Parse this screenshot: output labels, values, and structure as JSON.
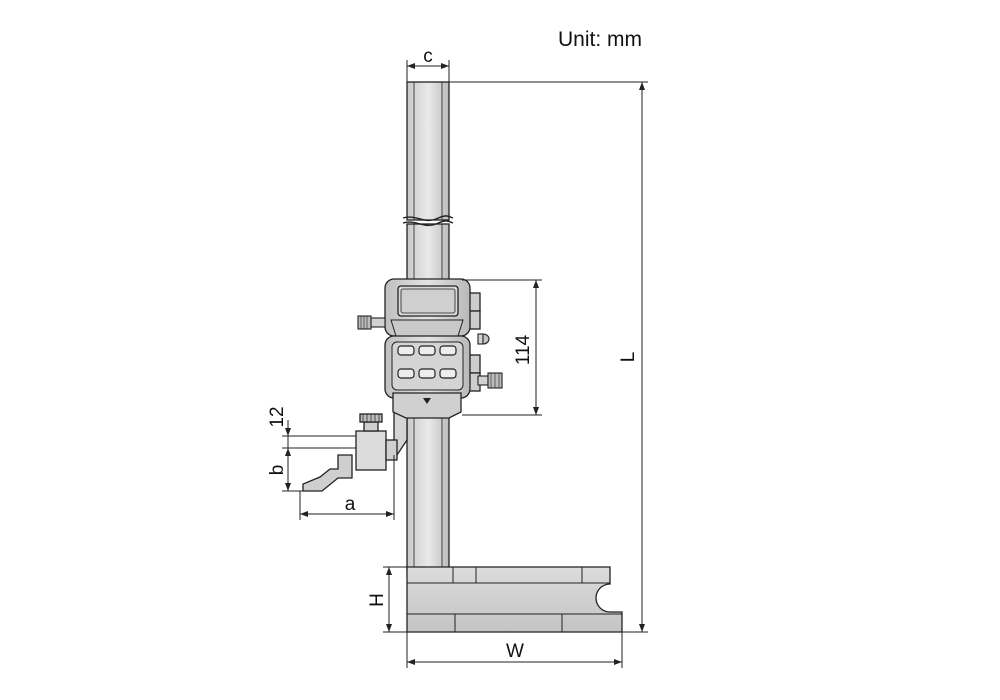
{
  "unit_label": "Unit: mm",
  "dimensions": {
    "c": "c",
    "L": "L",
    "display_height": "114",
    "scriber_offset": "12",
    "b": "b",
    "a": "a",
    "H": "H",
    "W": "W"
  }
}
